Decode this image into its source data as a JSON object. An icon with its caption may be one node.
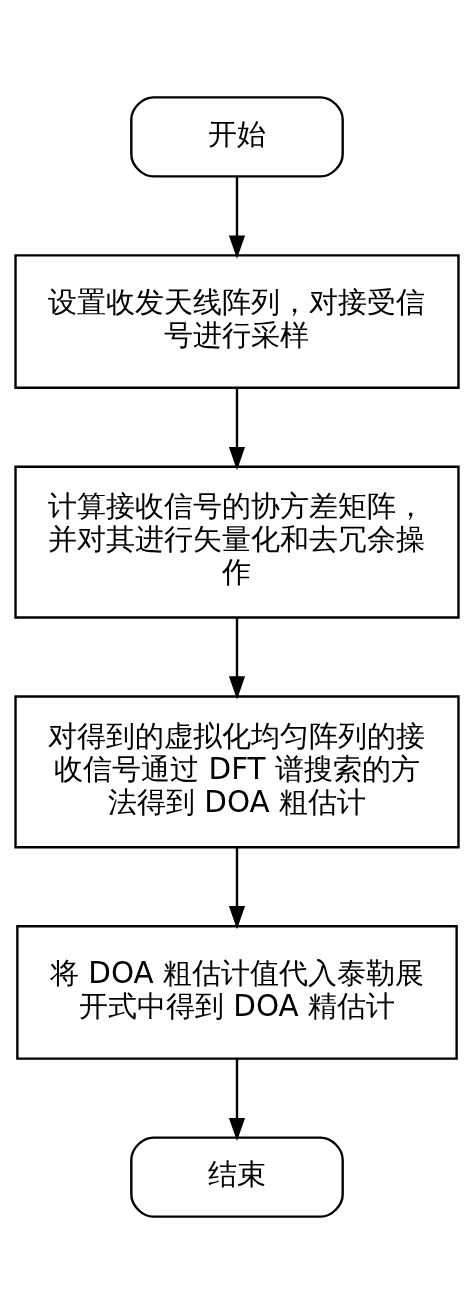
{
  "diagram": {
    "nodes": [
      {
        "text": [
          "开始"
        ]
      },
      {
        "text": [
          "设置收发天线阵列，对接受信号进行采样"
        ]
      },
      {
        "text": [
          "计算接收信号的协方差矩阵，并对其进行矢量化和去冗余操作"
        ]
      },
      {
        "text": [
          "对得到的虚拟化均匀阵列的接收信号通过 DFT 谱搜索的方法得到 DOA 粗估计"
        ]
      },
      {
        "text": [
          "将 DOA 粗估计值代入泰勒展开式中得到 DOA 精估计"
        ]
      },
      {
        "text": [
          "结束"
        ]
      }
    ],
    "edges": [
      {
        "from": 0,
        "to": 1,
        "arrow": "to"
      },
      {
        "from": 1,
        "to": 2,
        "arrow": "to"
      },
      {
        "from": 2,
        "to": 3,
        "arrow": "to"
      },
      {
        "from": 3,
        "to": 4,
        "arrow": "to"
      },
      {
        "from": 4,
        "to": 5,
        "arrow": "to"
      }
    ]
  }
}
